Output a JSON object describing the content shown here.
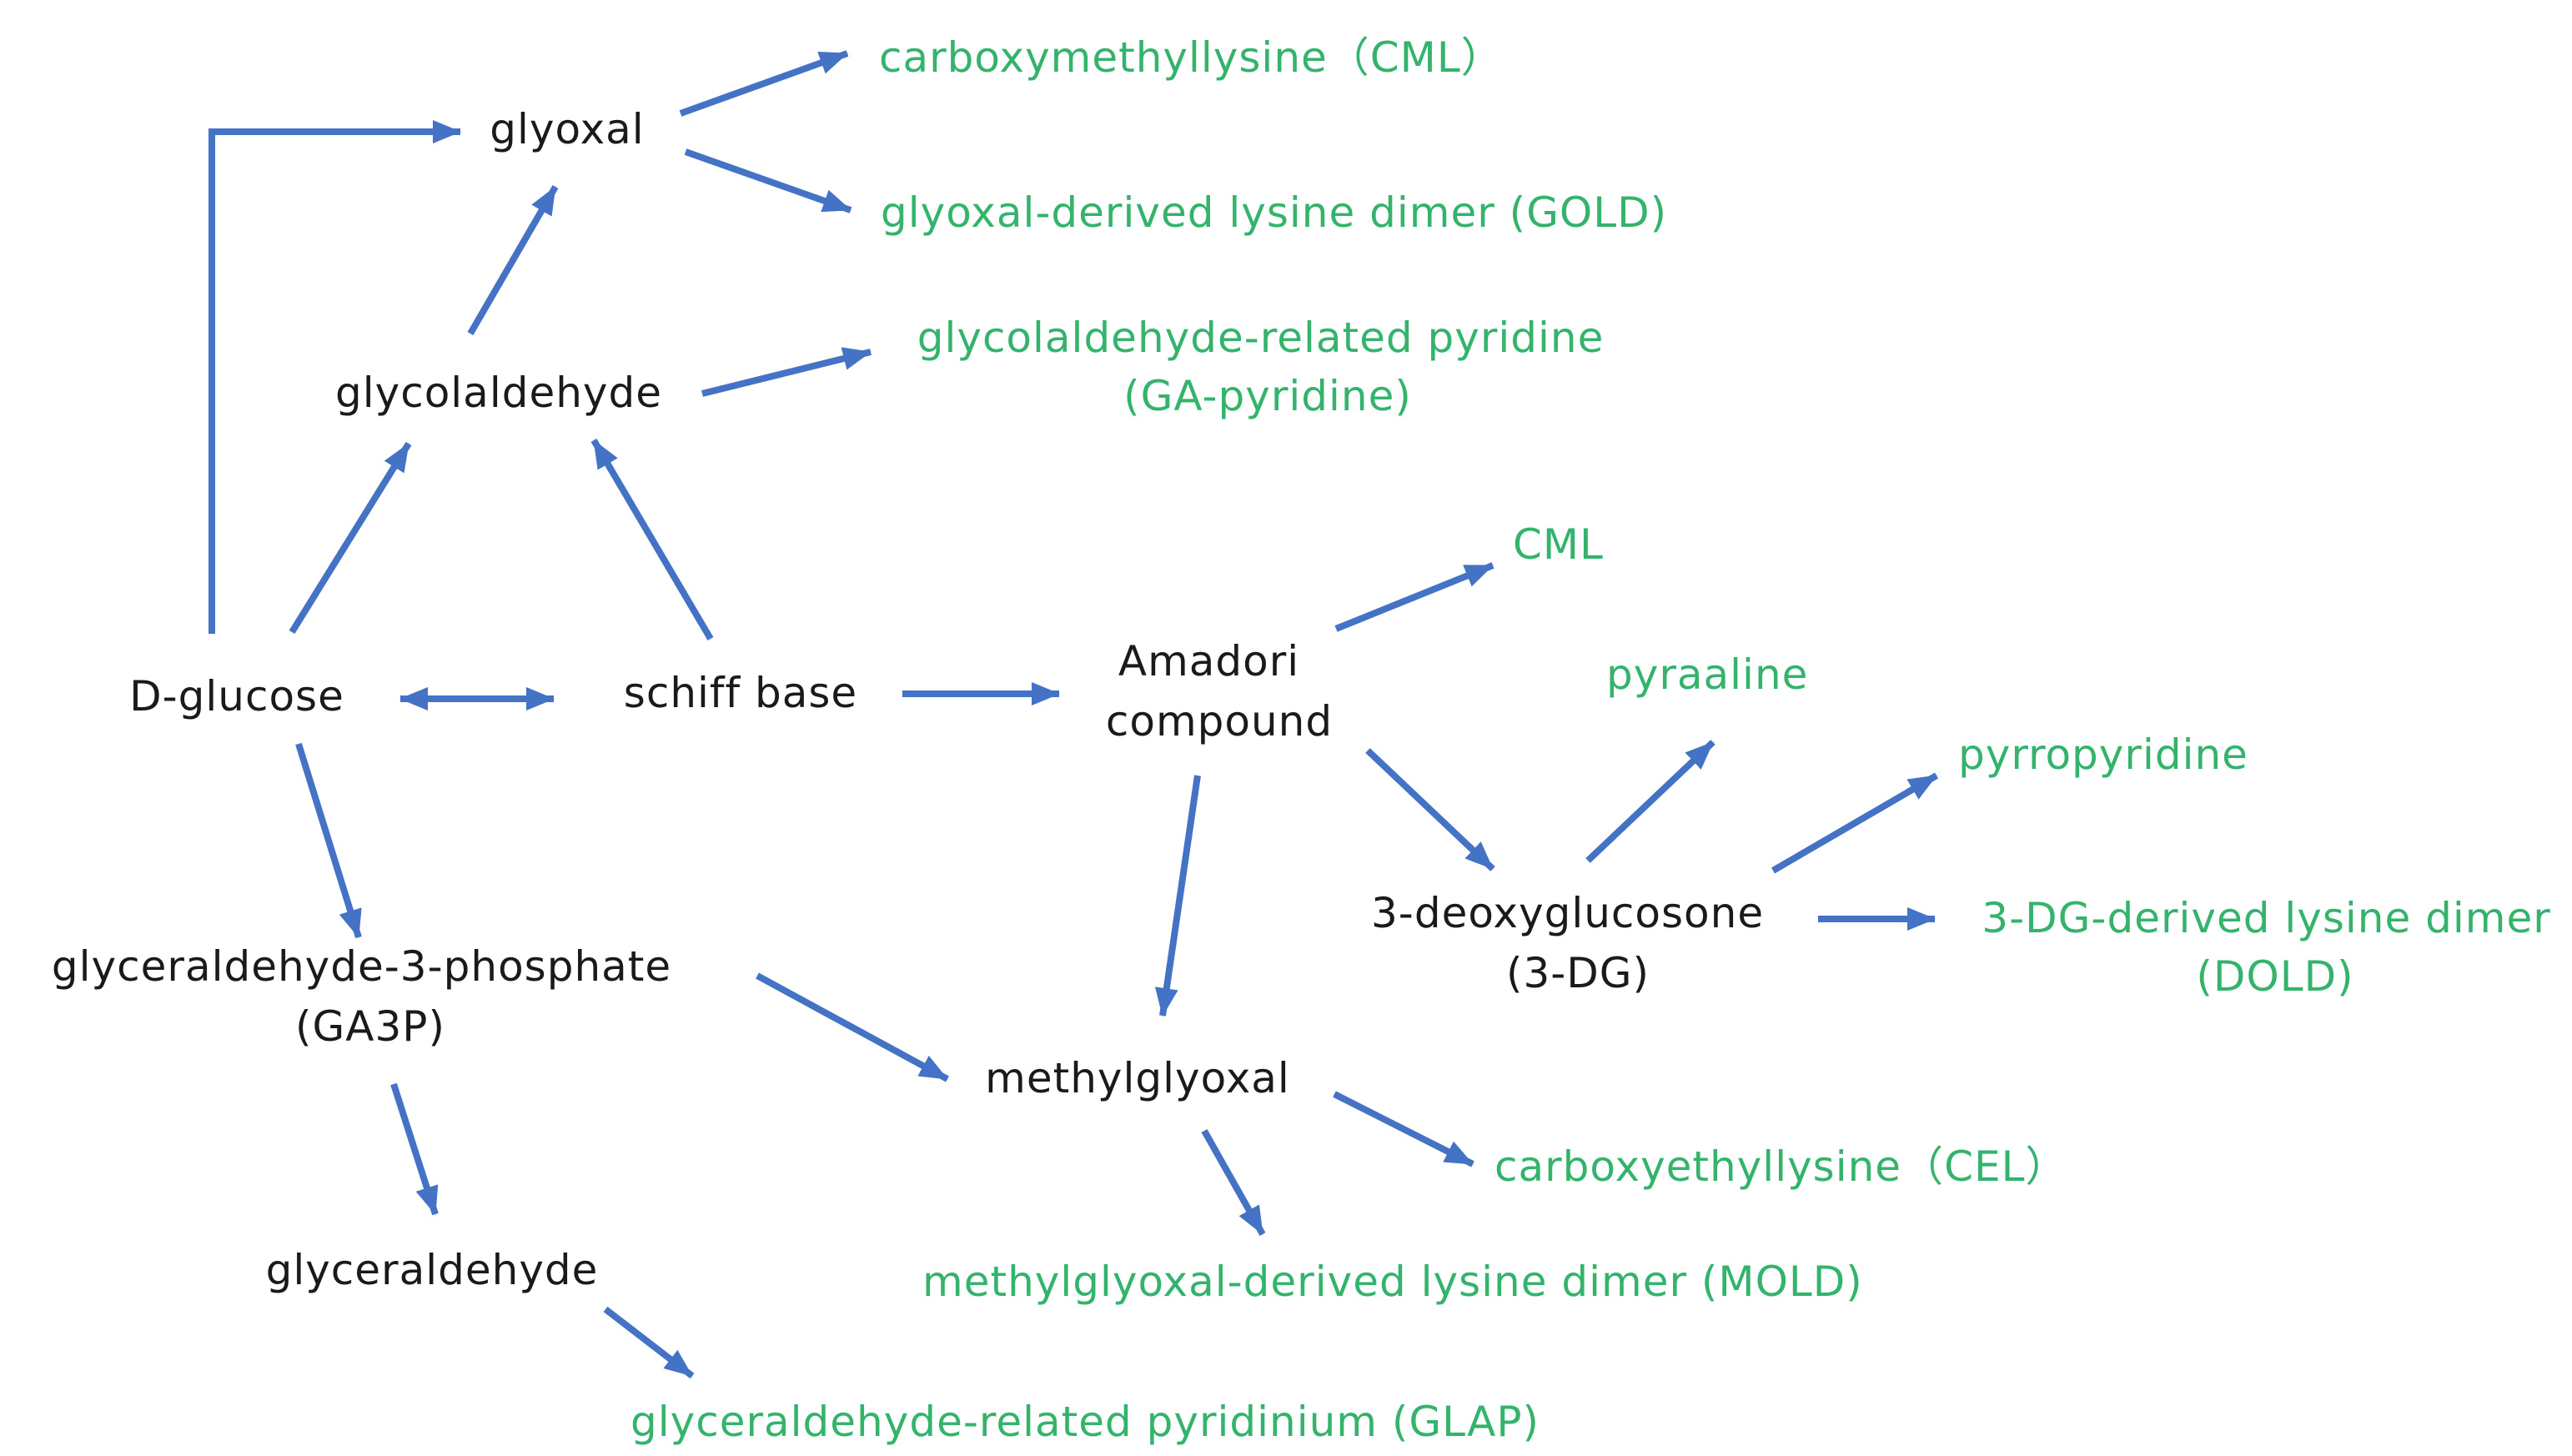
{
  "colors": {
    "arrow": "#4472C4",
    "intermediate_text": "#1a1a1a",
    "product_text": "#33b36b"
  },
  "nodes": {
    "glyoxal": [
      "glyoxal"
    ],
    "glycolaldehyde": [
      "glycolaldehyde"
    ],
    "d_glucose": [
      "D-glucose"
    ],
    "schiff_base": [
      "schiff base"
    ],
    "amadori": [
      "Amadori",
      "compound"
    ],
    "ga3p": [
      "glyceraldehyde-3-phosphate",
      "(GA3P)"
    ],
    "glyceraldehyde": [
      "glyceraldehyde"
    ],
    "methylglyoxal": [
      "methylglyoxal"
    ],
    "deoxyglucosone": [
      "3-deoxyglucosone",
      "(3-DG)"
    ],
    "cml_full": [
      "carboxymethyllysine（CML）"
    ],
    "gold": [
      "glyoxal-derived lysine dimer (GOLD)"
    ],
    "ga_pyridine": [
      "glycolaldehyde-related pyridine",
      "(GA-pyridine)"
    ],
    "cml": [
      "CML"
    ],
    "pyraaline": [
      "pyraaline"
    ],
    "pyrropyridine": [
      "pyrropyridine"
    ],
    "dold": [
      "3-DG-derived lysine dimer",
      "(DOLD)"
    ],
    "cel": [
      "carboxyethyllysine（CEL）"
    ],
    "mold": [
      "methylglyoxal-derived lysine dimer (MOLD)"
    ],
    "glap": [
      "glyceraldehyde-related pyridinium (GLAP)"
    ]
  }
}
